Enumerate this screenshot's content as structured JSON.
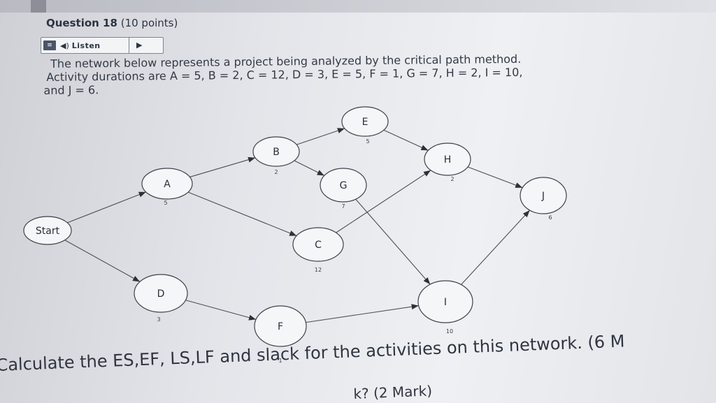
{
  "question": {
    "title": "Question 18",
    "points": "(10 points)"
  },
  "listen": {
    "label": "Listen",
    "menu_icon": "menu-icon",
    "speaker_icon": "speaker-icon",
    "play_icon": "play-icon"
  },
  "paragraph": {
    "line1": "The network below represents a project being analyzed by the critical path method.",
    "line2": "Activity durations are A = 5, B = 2, C = 12, D = 3, E = 5, F = 1, G = 7, H = 2, I = 10,",
    "line3": "and J = 6."
  },
  "network": {
    "nodes": [
      {
        "id": "start",
        "label": "Start",
        "duration": ""
      },
      {
        "id": "A",
        "label": "A",
        "duration": "5"
      },
      {
        "id": "B",
        "label": "B",
        "duration": "2"
      },
      {
        "id": "C",
        "label": "C",
        "duration": "12"
      },
      {
        "id": "D",
        "label": "D",
        "duration": "3"
      },
      {
        "id": "E",
        "label": "E",
        "duration": "5"
      },
      {
        "id": "F",
        "label": "F",
        "duration": "1"
      },
      {
        "id": "G",
        "label": "G",
        "duration": "7"
      },
      {
        "id": "H",
        "label": "H",
        "duration": "2"
      },
      {
        "id": "I",
        "label": "I",
        "duration": "10"
      },
      {
        "id": "J",
        "label": "J",
        "duration": "6"
      }
    ],
    "edges": [
      [
        "start",
        "A"
      ],
      [
        "start",
        "D"
      ],
      [
        "A",
        "B"
      ],
      [
        "A",
        "C"
      ],
      [
        "B",
        "E"
      ],
      [
        "B",
        "G"
      ],
      [
        "D",
        "F"
      ],
      [
        "E",
        "H"
      ],
      [
        "C",
        "H"
      ],
      [
        "G",
        "I"
      ],
      [
        "F",
        "I"
      ],
      [
        "H",
        "J"
      ],
      [
        "I",
        "J"
      ]
    ]
  },
  "bottom": {
    "line1": "Calculate the ES,EF, LS,LF and slack for the activities on this network. (6 M",
    "line2": "k? (2 Mark)"
  }
}
